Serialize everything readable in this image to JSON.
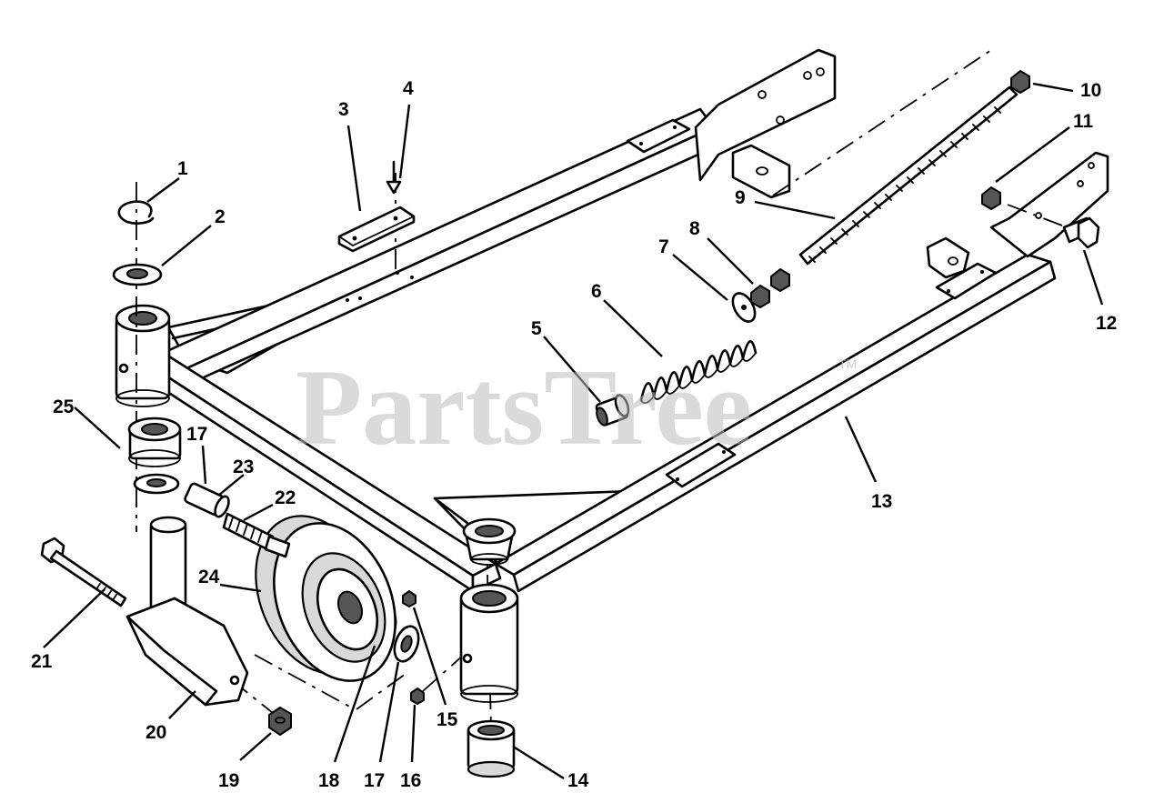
{
  "watermark": {
    "text": "PartsTree",
    "trademark": "TM"
  },
  "callouts": [
    {
      "id": "1",
      "label": "1"
    },
    {
      "id": "2",
      "label": "2"
    },
    {
      "id": "3",
      "label": "3"
    },
    {
      "id": "4",
      "label": "4"
    },
    {
      "id": "5",
      "label": "5"
    },
    {
      "id": "6",
      "label": "6"
    },
    {
      "id": "7",
      "label": "7"
    },
    {
      "id": "8",
      "label": "8"
    },
    {
      "id": "9",
      "label": "9"
    },
    {
      "id": "10",
      "label": "10"
    },
    {
      "id": "11",
      "label": "11"
    },
    {
      "id": "12",
      "label": "12"
    },
    {
      "id": "13",
      "label": "13"
    },
    {
      "id": "14",
      "label": "14"
    },
    {
      "id": "15",
      "label": "15"
    },
    {
      "id": "16",
      "label": "16"
    },
    {
      "id": "17a",
      "label": "17"
    },
    {
      "id": "17b",
      "label": "17"
    },
    {
      "id": "18",
      "label": "18"
    },
    {
      "id": "19",
      "label": "19"
    },
    {
      "id": "20",
      "label": "20"
    },
    {
      "id": "21",
      "label": "21"
    },
    {
      "id": "22",
      "label": "22"
    },
    {
      "id": "23",
      "label": "23"
    },
    {
      "id": "24",
      "label": "24"
    },
    {
      "id": "25",
      "label": "25"
    }
  ]
}
